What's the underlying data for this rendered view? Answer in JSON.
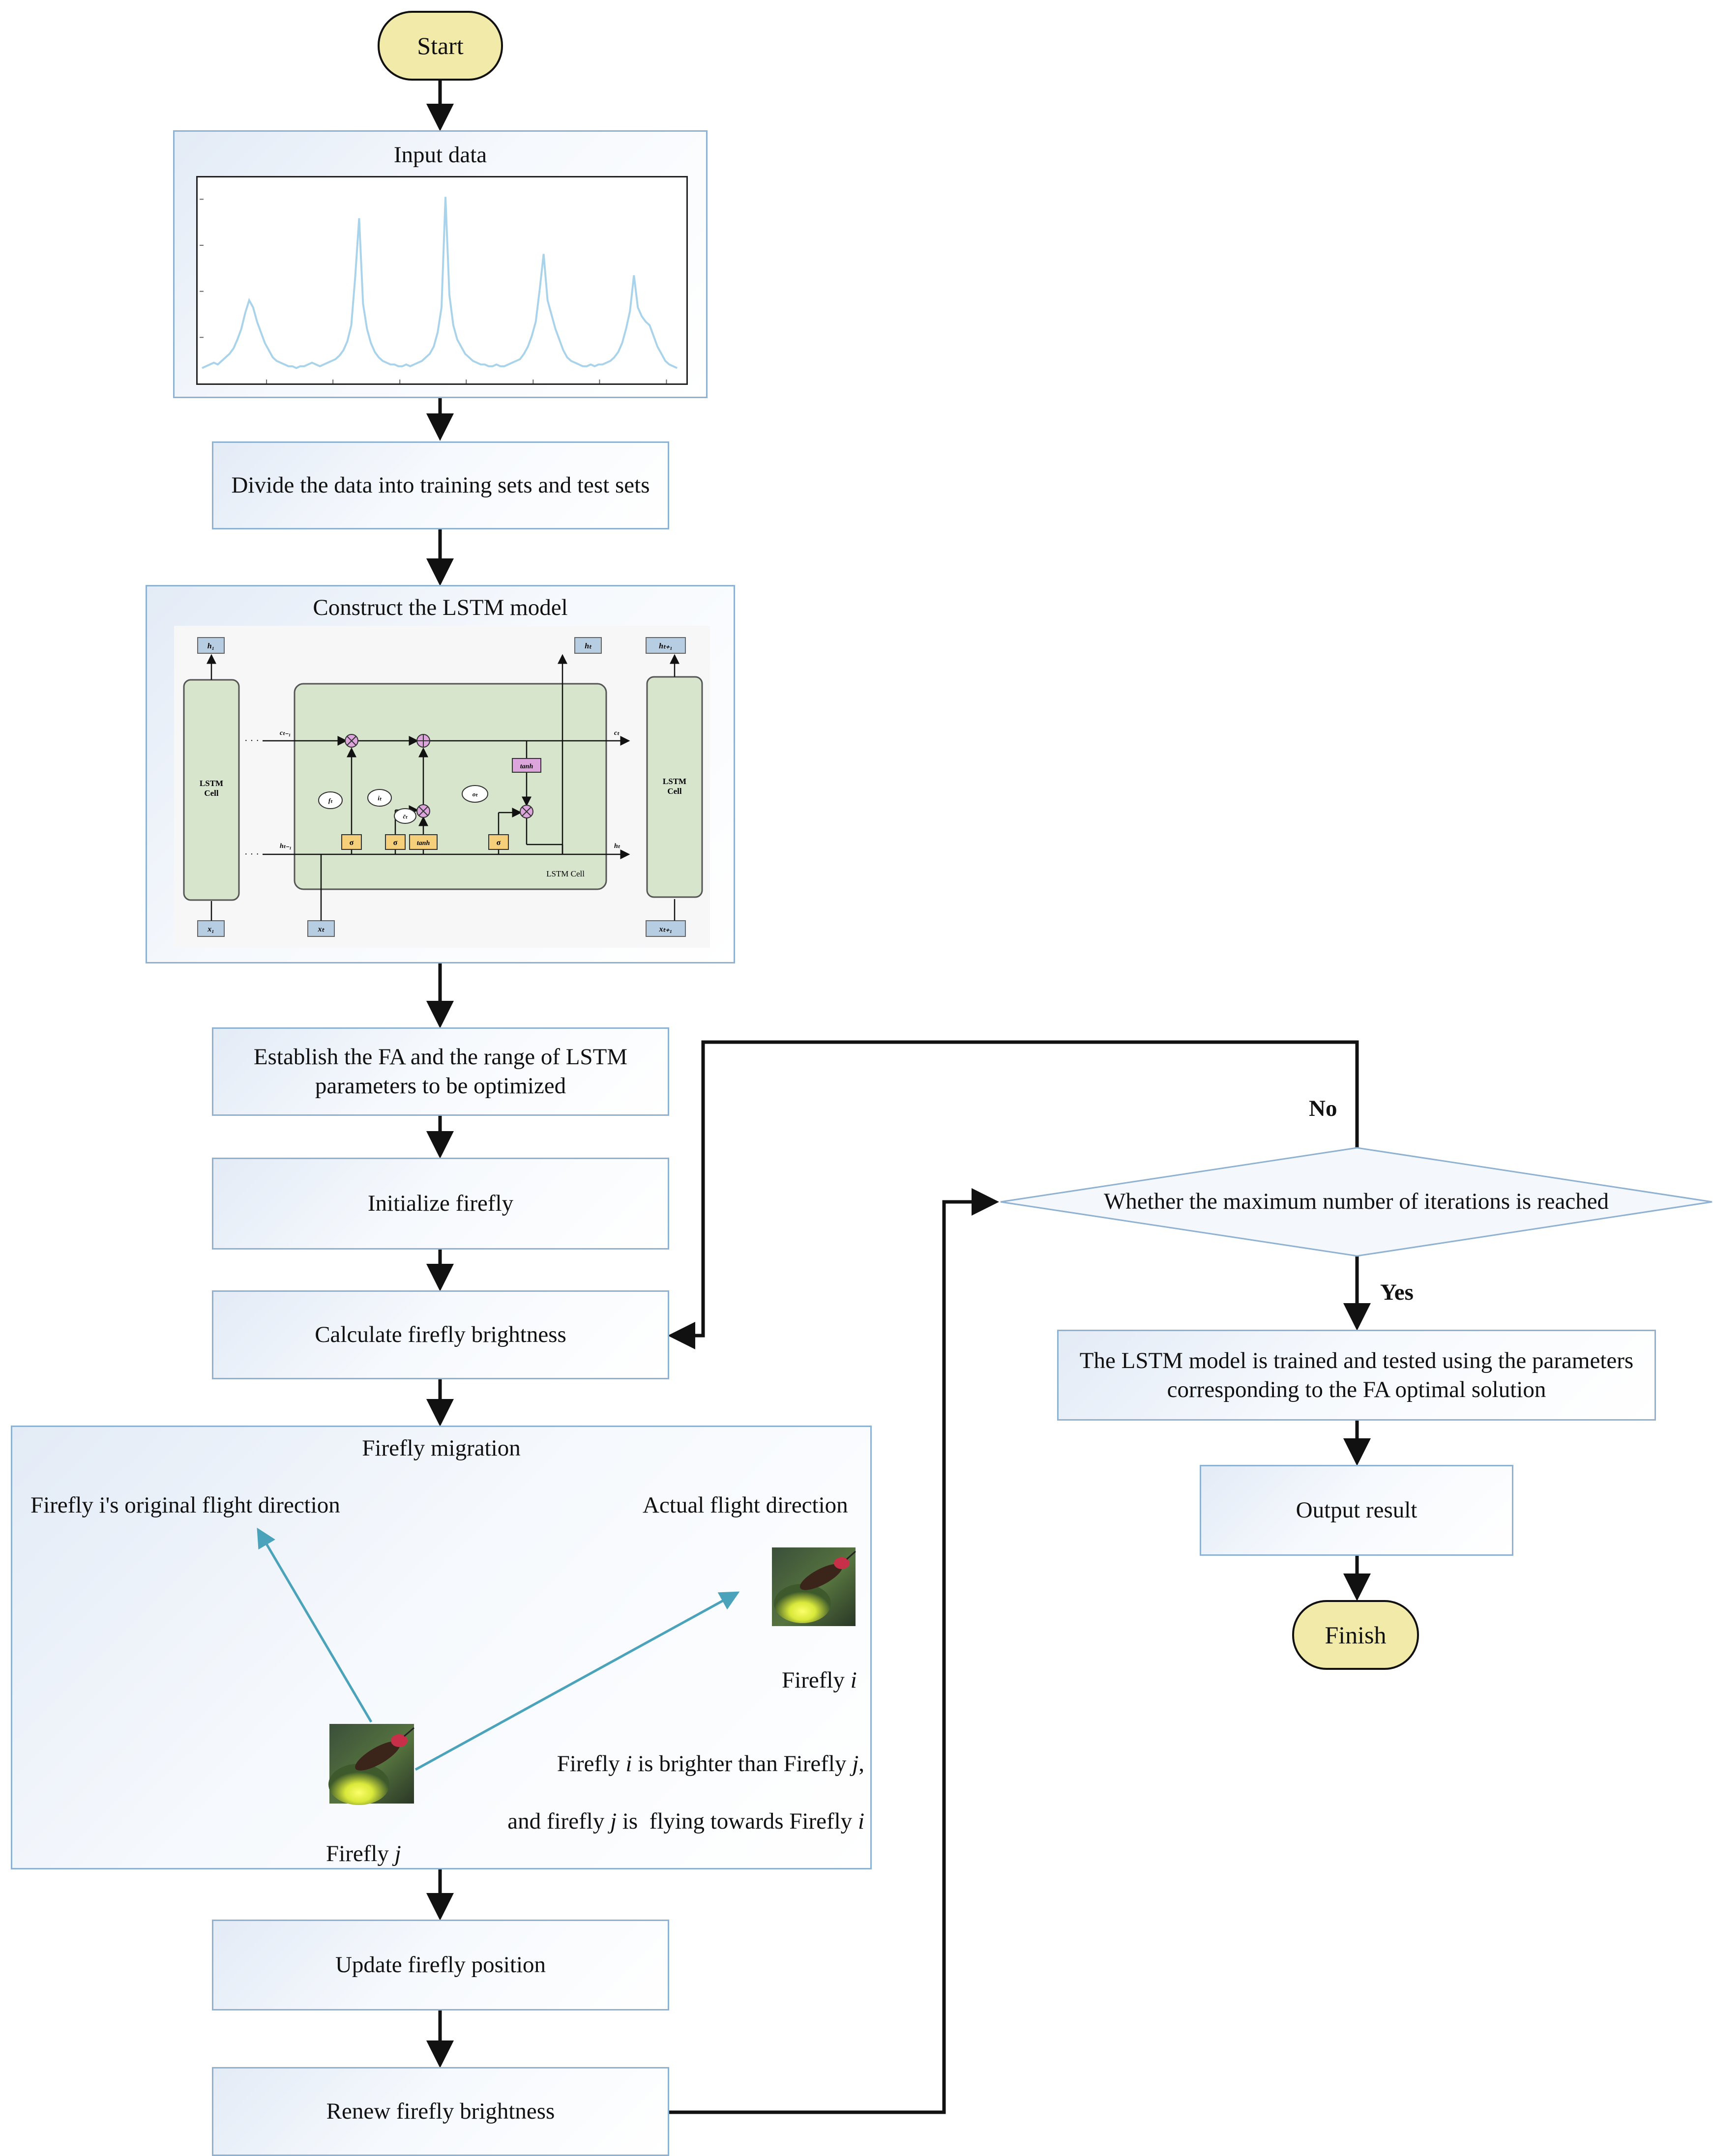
{
  "flow": {
    "start": "Start",
    "input_data": "Input data",
    "divide": "Divide the data into training sets and test sets",
    "construct_lstm": "Construct the LSTM model",
    "establish_fa": "Establish the FA and the range of LSTM\nparameters to be optimized",
    "initialize": "Initialize firefly",
    "calculate": "Calculate firefly brightness",
    "migration": "Firefly migration",
    "update": "Update firefly position",
    "renew": "Renew firefly brightness",
    "decision": "Whether the maximum number of iterations is reached",
    "no": "No",
    "yes": "Yes",
    "train_test": "The LSTM model is trained and tested using the parameters\ncorresponding to the FA optimal solution",
    "output": "Output result",
    "finish": "Finish"
  },
  "migration_panel": {
    "original_direction": "Firefly i's original flight direction",
    "actual_direction": "Actual flight direction",
    "firefly_i_prefix": "Firefly ",
    "firefly_i_var": "i",
    "firefly_j_prefix": "Firefly ",
    "firefly_j_var": "j",
    "brighter_line1_a": "Firefly ",
    "brighter_line1_i": "i",
    "brighter_line1_b": " is brighter than Firefly ",
    "brighter_line1_j": "j",
    "brighter_line1_c": ",",
    "brighter_line2_a": "and firefly ",
    "brighter_line2_j": "j",
    "brighter_line2_b": " is  flying towards Firefly ",
    "brighter_line2_i": "i"
  },
  "lstm": {
    "cell_label": "LSTM\nCell",
    "inner_cell_label": "LSTM Cell",
    "h1": "h1",
    "ht": "ht",
    "ht1": "ht+1",
    "x1": "x1",
    "xt": "xt",
    "xt1": "xt+1",
    "c_prev": "ct-1",
    "c_t": "ct",
    "h_prev": "ht-1",
    "h_t": "ht",
    "sigma": "σ",
    "tanh": "tanh",
    "ft": "ft",
    "it": "it",
    "ot": "ot",
    "ct_tilde": "c̃t"
  },
  "colors": {
    "box_border": "#8fb2d2",
    "terminal_fill": "#f2eaa8",
    "series_line": "#a9d3ea",
    "arrow": "#111111",
    "migration_arrow": "#4aa3ba",
    "lstm_cell_fill": "#d7e5cc",
    "gate_fill": "#f5cf7a",
    "op_fill": "#dca5dc",
    "io_fill": "#b7cde2"
  },
  "input_series": [
    0.04,
    0.05,
    0.06,
    0.07,
    0.06,
    0.08,
    0.1,
    0.12,
    0.15,
    0.2,
    0.26,
    0.35,
    0.42,
    0.38,
    0.3,
    0.24,
    0.18,
    0.14,
    0.1,
    0.08,
    0.07,
    0.06,
    0.05,
    0.05,
    0.04,
    0.05,
    0.05,
    0.06,
    0.07,
    0.06,
    0.05,
    0.06,
    0.07,
    0.08,
    0.09,
    0.11,
    0.14,
    0.19,
    0.28,
    0.55,
    0.88,
    0.4,
    0.26,
    0.18,
    0.13,
    0.1,
    0.08,
    0.07,
    0.06,
    0.06,
    0.05,
    0.05,
    0.06,
    0.05,
    0.06,
    0.07,
    0.08,
    0.1,
    0.12,
    0.16,
    0.24,
    0.38,
    1.0,
    0.45,
    0.28,
    0.2,
    0.16,
    0.12,
    0.1,
    0.08,
    0.07,
    0.06,
    0.06,
    0.05,
    0.05,
    0.06,
    0.05,
    0.05,
    0.06,
    0.07,
    0.08,
    0.09,
    0.12,
    0.16,
    0.22,
    0.3,
    0.48,
    0.68,
    0.42,
    0.34,
    0.26,
    0.2,
    0.14,
    0.1,
    0.08,
    0.07,
    0.06,
    0.05,
    0.05,
    0.06,
    0.05,
    0.06,
    0.06,
    0.07,
    0.08,
    0.1,
    0.13,
    0.18,
    0.26,
    0.36,
    0.56,
    0.38,
    0.33,
    0.3,
    0.28,
    0.22,
    0.16,
    0.12,
    0.08,
    0.06,
    0.05,
    0.04
  ]
}
